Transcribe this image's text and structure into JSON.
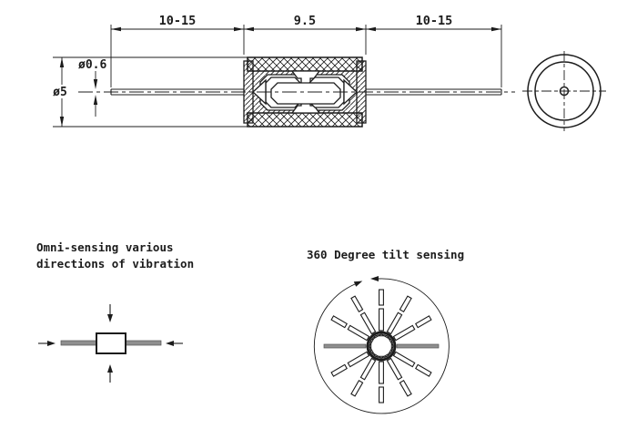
{
  "front_view": {
    "dim_lead_left": "10-15",
    "dim_body_length": "9.5",
    "dim_lead_right": "10-15",
    "dim_lead_diameter": "ø0.6",
    "dim_body_diameter": "ø5"
  },
  "captions": {
    "omni_line1": "Omni-sensing various",
    "omni_line2": "directions of vibration",
    "tilt": "360 Degree tilt sensing"
  },
  "colors": {
    "line": "#1c1c1c",
    "lead_gray": "#8f8f8f",
    "background": "#ffffff"
  }
}
